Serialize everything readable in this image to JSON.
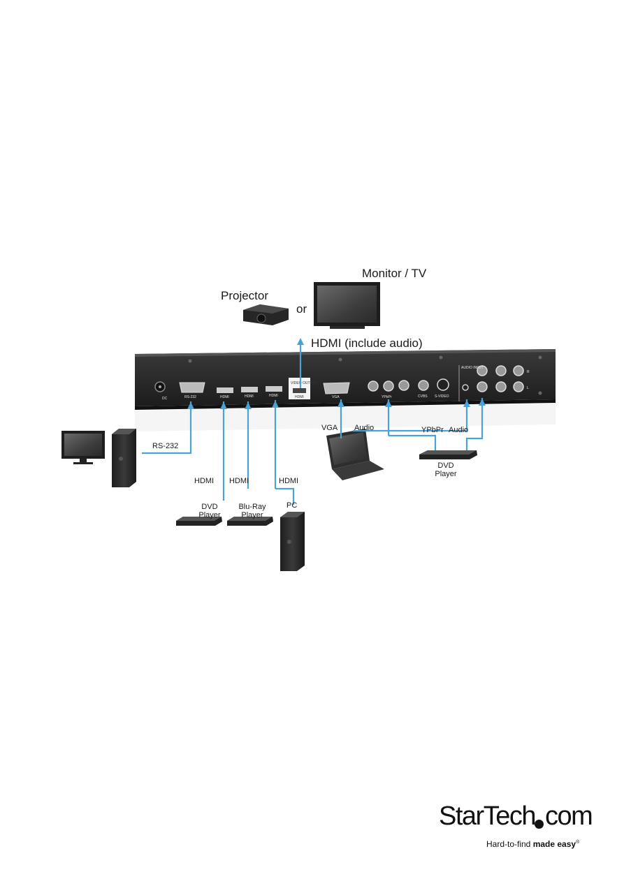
{
  "labels": {
    "monitor": "Monitor / TV",
    "projector": "Projector",
    "or": "or",
    "hdmi_out": "HDMI (include audio)",
    "rs232": "RS-232",
    "hdmi_1": "HDMI",
    "hdmi_2": "HDMI",
    "hdmi_3": "HDMI",
    "dvd_player_1_line1": "DVD",
    "dvd_player_1_line2": "Player",
    "bluray_line1": "Blu-Ray",
    "bluray_line2": "Player",
    "pc": "PC",
    "vga": "VGA",
    "audio_1": "Audio",
    "ypbpr": "YPbPr",
    "audio_2": "Audio",
    "dvd_player_2_line1": "DVD",
    "dvd_player_2_line2": "Player"
  },
  "panel_ports": {
    "dc": "DC",
    "rs232": "RS-232",
    "hdmi1": "HDMI",
    "hdmi2": "HDMI",
    "hdmi3": "HDMI",
    "video_output": "VIDEO OUTPUT",
    "hdmi_out": "HDMI",
    "vga": "VGA",
    "ypbpr": "YPbPr",
    "cvbs": "CVBS",
    "svideo": "S-VIDEO",
    "audio_input": "AUDIO INPUT",
    "r": "R",
    "l": "L"
  },
  "logo": {
    "brand": "StarTech",
    "suffix": "com",
    "tagline_plain": "Hard-to-find ",
    "tagline_bold": "made easy",
    "reg": "®"
  },
  "colors": {
    "cable": "#4aa3d8",
    "panel": "#2b2b2b"
  }
}
